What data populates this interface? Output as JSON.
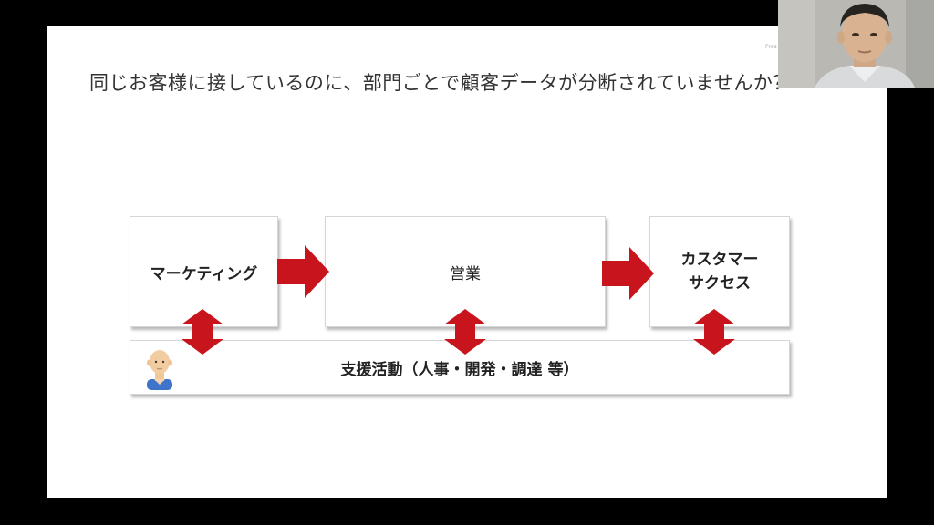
{
  "slide": {
    "title": "同じお客様に接しているのに、部門ごとで顧客データが分断されていませんか？",
    "tag": "Pres"
  },
  "diagram": {
    "departments": [
      {
        "label": "マーケティング"
      },
      {
        "label": "営業"
      },
      {
        "label": "カスタマー\nサクセス"
      }
    ],
    "support_bar": {
      "label": "支援活動（人事・開発・調達 等）"
    }
  },
  "colors": {
    "arrow": "#c8141c",
    "background": "#000000",
    "slide": "#ffffff"
  },
  "icons": {
    "person": "person-avatar-icon"
  }
}
